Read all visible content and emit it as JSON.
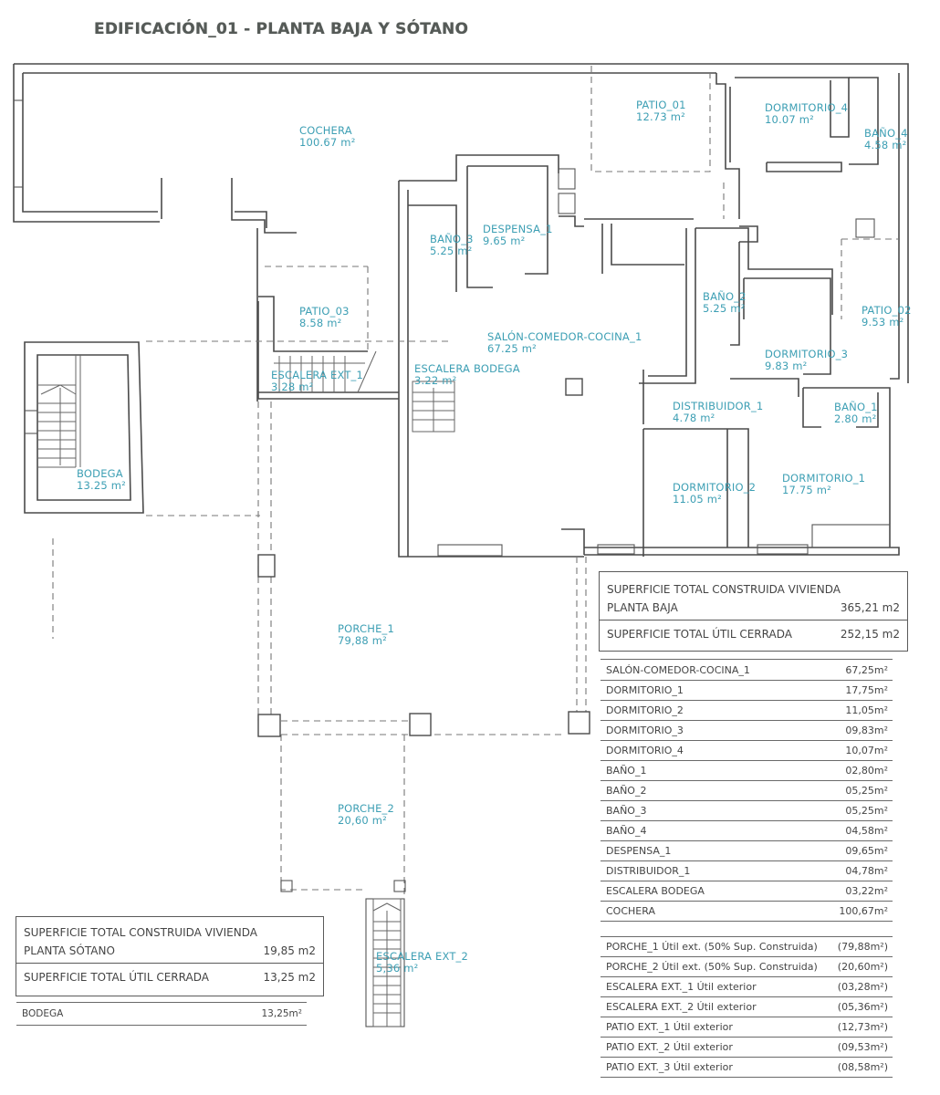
{
  "title": "EDIFICACIÓN_01 - PLANTA BAJA Y SÓTANO",
  "colors": {
    "room_label": "#3d9fb4",
    "wall": "#4a4a4a",
    "text": "#444444"
  },
  "rooms": [
    {
      "name": "COCHERA",
      "area": "100.67 m²"
    },
    {
      "name": "PATIO_01",
      "area": "12.73 m²"
    },
    {
      "name": "DORMITORIO_4",
      "area": "10.07 m²"
    },
    {
      "name": "BAÑO_4",
      "area": "4.58 m²"
    },
    {
      "name": "BAÑO_3",
      "area": "5.25 m²"
    },
    {
      "name": "DESPENSA_1",
      "area": "9.65 m²"
    },
    {
      "name": "PATIO_03",
      "area": "8.58 m²"
    },
    {
      "name": "SALÓN-COMEDOR-COCINA_1",
      "area": "67.25 m²"
    },
    {
      "name": "BAÑO_2",
      "area": "5.25 m²"
    },
    {
      "name": "PATIO_02",
      "area": "9.53 m²"
    },
    {
      "name": "DORMITORIO_3",
      "area": "9.83 m²"
    },
    {
      "name": "ESCALERA EXT_1",
      "area": "3.28 m²"
    },
    {
      "name": "ESCALERA BODEGA",
      "area": "3.22 m²"
    },
    {
      "name": "DISTRIBUIDOR_1",
      "area": "4.78 m²"
    },
    {
      "name": "BAÑO_1",
      "area": "2.80 m²"
    },
    {
      "name": "BODEGA",
      "area": "13.25 m²"
    },
    {
      "name": "DORMITORIO_2",
      "area": "11.05 m²"
    },
    {
      "name": "DORMITORIO_1",
      "area": "17.75 m²"
    },
    {
      "name": "PORCHE_1",
      "area": "79,88 m²"
    },
    {
      "name": "PORCHE_2",
      "area": "20,60 m²"
    },
    {
      "name": "ESCALERA EXT_2",
      "area": "5,36 m²"
    }
  ],
  "planta_baja_summary": {
    "heading": "SUPERFICIE TOTAL CONSTRUIDA VIVIENDA",
    "floor_label": "PLANTA BAJA",
    "construida": "365,21 m2",
    "util_label": "SUPERFICIE TOTAL ÚTIL CERRADA",
    "util": "252,15 m2"
  },
  "planta_baja_rooms": [
    {
      "name": "SALÓN-COMEDOR-COCINA_1",
      "area": "67,25m²"
    },
    {
      "name": "DORMITORIO_1",
      "area": "17,75m²"
    },
    {
      "name": "DORMITORIO_2",
      "area": "11,05m²"
    },
    {
      "name": "DORMITORIO_3",
      "area": "09,83m²"
    },
    {
      "name": "DORMITORIO_4",
      "area": "10,07m²"
    },
    {
      "name": "BAÑO_1",
      "area": "02,80m²"
    },
    {
      "name": "BAÑO_2",
      "area": "05,25m²"
    },
    {
      "name": "BAÑO_3",
      "area": "05,25m²"
    },
    {
      "name": "BAÑO_4",
      "area": "04,58m²"
    },
    {
      "name": "DESPENSA_1",
      "area": "09,65m²"
    },
    {
      "name": "DISTRIBUIDOR_1",
      "area": "04,78m²"
    },
    {
      "name": "ESCALERA BODEGA",
      "area": "03,22m²"
    },
    {
      "name": "COCHERA",
      "area": "100,67m²"
    }
  ],
  "planta_baja_exterior": [
    {
      "name": "PORCHE_1 Útil ext. (50% Sup. Construida)",
      "area": "(79,88m²)"
    },
    {
      "name": "PORCHE_2 Útil ext. (50% Sup. Construida)",
      "area": "(20,60m²)"
    },
    {
      "name": "ESCALERA EXT._1 Útil exterior",
      "area": "(03,28m²)"
    },
    {
      "name": "ESCALERA EXT._2 Útil exterior",
      "area": "(05,36m²)"
    },
    {
      "name": "PATIO EXT._1 Útil exterior",
      "area": "(12,73m²)"
    },
    {
      "name": "PATIO EXT._2 Útil exterior",
      "area": "(09,53m²)"
    },
    {
      "name": "PATIO EXT._3 Útil exterior",
      "area": "(08,58m²)"
    }
  ],
  "planta_sotano_summary": {
    "heading": "SUPERFICIE TOTAL CONSTRUIDA VIVIENDA",
    "floor_label": "PLANTA SÓTANO",
    "construida": "19,85 m2",
    "util_label": "SUPERFICIE TOTAL ÚTIL CERRADA",
    "util": "13,25 m2"
  },
  "planta_sotano_rooms": [
    {
      "name": "BODEGA",
      "area": "13,25m²"
    }
  ]
}
